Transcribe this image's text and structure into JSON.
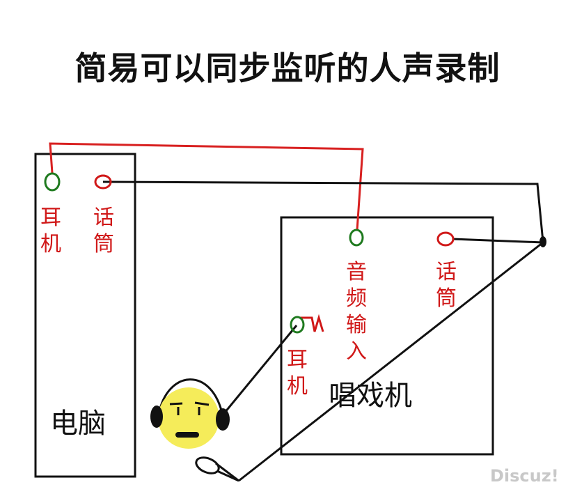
{
  "title": "简易可以同步监听的人声录制",
  "computer": {
    "label": "电脑",
    "jack_earphone_label": [
      "耳",
      "机"
    ],
    "jack_mic_label": [
      "话",
      "筒"
    ]
  },
  "karaoke": {
    "label": "唱戏机",
    "jack_audio_in_label": [
      "音",
      "频",
      "输",
      "入"
    ],
    "jack_mic_label": [
      "话",
      "筒"
    ],
    "jack_earphone_label": [
      "耳",
      "机"
    ]
  },
  "watermark": "Discuz!",
  "colors": {
    "red_wire": "#d82020",
    "black_wire": "#111111",
    "jack_green": "#1f7a1f",
    "jack_red": "#d01818",
    "face": "#f5ec5a"
  }
}
